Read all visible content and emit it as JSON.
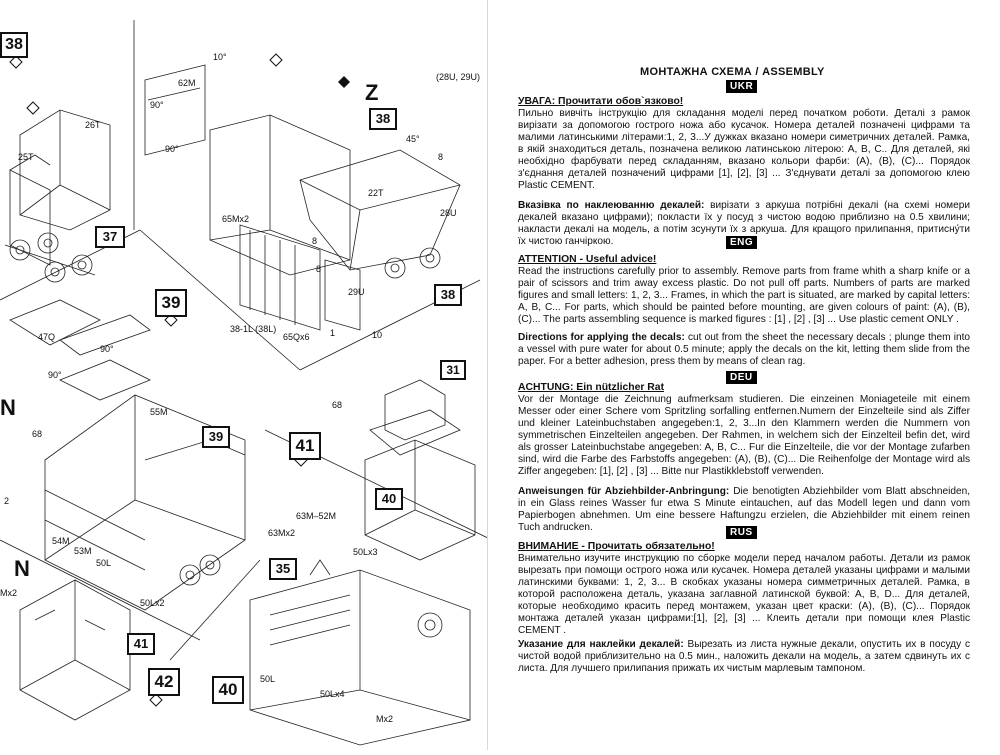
{
  "left": {
    "steps": {
      "s38_top": "38",
      "s37": "37",
      "s38_a": "38",
      "s38_b": "38",
      "s39_box": "39",
      "s39_part": "39",
      "s41_box": "41",
      "s31": "31",
      "s40_part": "40",
      "s35": "35",
      "s41_part": "41",
      "s42": "42",
      "s40_box": "40"
    },
    "labels": {
      "p26T": "26T",
      "p25T": "25T",
      "p62M": "62M",
      "ang10": "10°",
      "ang90a": "90°",
      "ang90b": "90°",
      "z": "Z",
      "p28U29U": "(28U, 29U)",
      "ang45": "45°",
      "p22T": "22T",
      "p28U": "28U",
      "p29U": "29U",
      "p65Mx2": "65Mx2",
      "n8a": "8",
      "n8b": "8",
      "n8c": "8",
      "n1": "1",
      "n10": "10",
      "p38_1L": "38-1L (38L)",
      "p65Qx6": "65Qx6",
      "p47Q": "47Q",
      "ang90c": "90°",
      "ang90d": "90°",
      "p55M": "55M",
      "n68a": "68",
      "n68b": "68",
      "N1": "N",
      "p63M52M": "63M–52M",
      "p63Mx2": "63Mx2",
      "p50Lx3": "50Lx3",
      "p50L": "50L",
      "p50Lx2": "50Lx2",
      "p53M": "53M",
      "p54M": "54M",
      "n2": "2",
      "N2": "N",
      "pMx2": "Mx2",
      "p50La": "50L",
      "p50Lx4": "50Lx4",
      "pMx2b": "Mx2"
    }
  },
  "right": {
    "title": "МОНТАЖНА СХЕМА / ASSEMBLY",
    "ukr": {
      "tag": "UKR",
      "heading": "УВАГА: Прочитати обов`язково!",
      "p1": "Пильно вивчіть інструкцію для складання моделі перед початком роботи. Деталі з рамок вирізати за допомогою гострого ножа або кусачок. Номера деталей позначені цифрами та малими латинськими літерами:1, 2, 3...У дужках вказано номери симетричних деталей. Рамка, в якій знаходиться деталь, позначена великою латинською літерою: A, B, C.. Для деталей, які необхідно фарбувати перед складанням, вказано кольори фарби: (A), (B), (C)... Порядок з'єднання деталей позначений цифрами [1], [2], [3] ... З'єднувати деталі за допомогою клею Plastic CEMENT.",
      "decal_head": "Вказівка по наклеюванню декалей:",
      "decal": "вирізати з аркуша потрібні декалі (на схемі номери декалей вказано цифрами); покласти їх у посуд з чистою водою приблизно на 0.5 хвилини; накласти декалі на модель, а потім зсунути їх з аркуша. Для кращого прилипання, притисну́ти їх чистою ганчіркою."
    },
    "eng": {
      "tag": "ENG",
      "heading": "ATTENTION - Useful advice!",
      "p1": "Read the instructions carefully prior to assembly. Remove parts from frame whith a sharp knife or a pair of scissors and trim away excess plastic. Do not pull off parts. Numbers of parts are marked figures and small letters: 1, 2, 3... Frames, in which the part is situated, are marked by capital letters: A, B, C... For parts, which should be painted before mounting, are given colours of paint: (A), (B), (C)... The parts assembling sequence is marked figures : [1] , [2] , [3] ... Use plastic cement ONLY .",
      "decal_head": "Directions for applying the decals:",
      "decal": "cut out from the sheet the necessary decals ; plunge them into a vessel with pure water for about 0.5 minute; apply the decals on the kit, letting them slide from the paper. For a better adhesion, press them by means of clean rag."
    },
    "deu": {
      "tag": "DEU",
      "heading": "ACHTUNG: Ein nützlicher Rat",
      "p1": "Vor der Montage die Zeichnung aufmerksam studieren. Die einzeinen Moniageteile mit einem Messer oder einer Schere vom Spritzling sorfalling entfernen.Numern der Einzelteile sind als Ziffer und kleiner Lateinbuchstaben angegeben:1, 2, 3...In den Klammern werden die Nummern von symmetrischen Einzelteilen angegeben. Der Rahmen, in welchem sich der Einzelteil befin det, wird als grosser Lateinbuchstabe angegeben: A, B, C... Fur die Einzelteile, die vor der Montage zufarben sind, wird die Farbe des Farbstoffs angegeben: (A), (B), (C)... Die Reihenfolge der Montage wird als Ziffer angegeben: [1], [2] , [3] ... Bitte nur Plastikklebstoff verwenden.",
      "decal_head": "Anweisungen für Abziehbilder-Anbringung:",
      "decal": "Die benotigten Abziehbilder vom Blatt abschneiden, in ein Glass reines Wasser fur etwa S Minute eintauchen, auf das Modell legen und dann vom Papierbogen abnehmen. Um eine bessere Haftungzu erzielen, die Abziehbilder mit einem reinen Tuch andrucken."
    },
    "rus": {
      "tag": "RUS",
      "heading": "ВНИМАНИЕ - Прочитать обязательно!",
      "p1": "Внимательно изучите инструкцию по сборке модели перед началом работы. Детали из рамок вырезать при помощи острого ножа или кусачек. Номера деталей указаны цифрами и малыми латинскими буквами: 1, 2, 3... В скобках указаны номера симметричных деталей. Рамка, в которой расположена деталь, указана заглавной латинской буквой: A, B, D... Для деталей, которые необходимо красить перед монтажем, указан цвет краски: (A), (B), (C)... Порядок монтажа деталей указан цифрами:[1], [2], [3] ... Клеить детали при помощи клея Plastic CEMENT .",
      "decal_head": "Указание для наклейки декалей:",
      "decal": "Вырезать из листа нужные декали, опустить их в посуду с чистой водой приблизительно на 0.5 мин., наложить декали на модель, а затем сдвинуть их с листа. Для лучшего прилипания прижать их чистым марлевым тампоном."
    }
  }
}
